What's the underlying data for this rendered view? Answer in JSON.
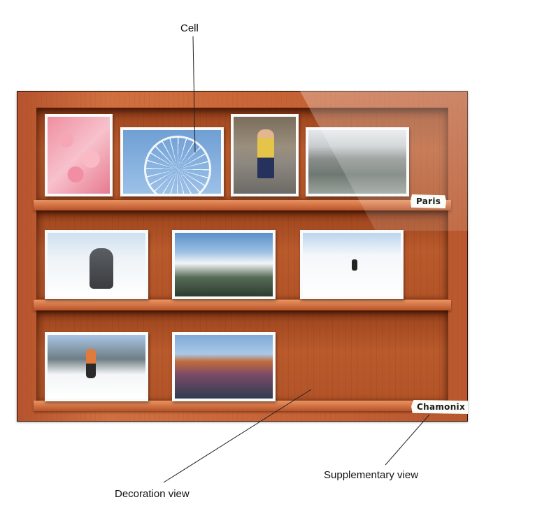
{
  "labels": {
    "cell": "Cell",
    "decoration_view": "Decoration view",
    "supplementary_view": "Supplementary view"
  },
  "shelf": {
    "supplementary_views": [
      "Paris",
      "Chamonix"
    ],
    "cells": [
      {
        "row": 1,
        "photo": "pink-candy"
      },
      {
        "row": 1,
        "photo": "ferris-wheel"
      },
      {
        "row": 1,
        "photo": "boy-in-yellow-jacket"
      },
      {
        "row": 1,
        "photo": "paris-cityscape"
      },
      {
        "row": 2,
        "photo": "person-in-snow"
      },
      {
        "row": 2,
        "photo": "mountain-valley"
      },
      {
        "row": 2,
        "photo": "skiers-on-slope"
      },
      {
        "row": 3,
        "photo": "kids-jumping-in-snow"
      },
      {
        "row": 3,
        "photo": "group-of-friends"
      }
    ]
  },
  "colors": {
    "wood_light": "#d8794a",
    "wood_dark": "#7c3213",
    "tag_background": "#fbfbf8"
  }
}
